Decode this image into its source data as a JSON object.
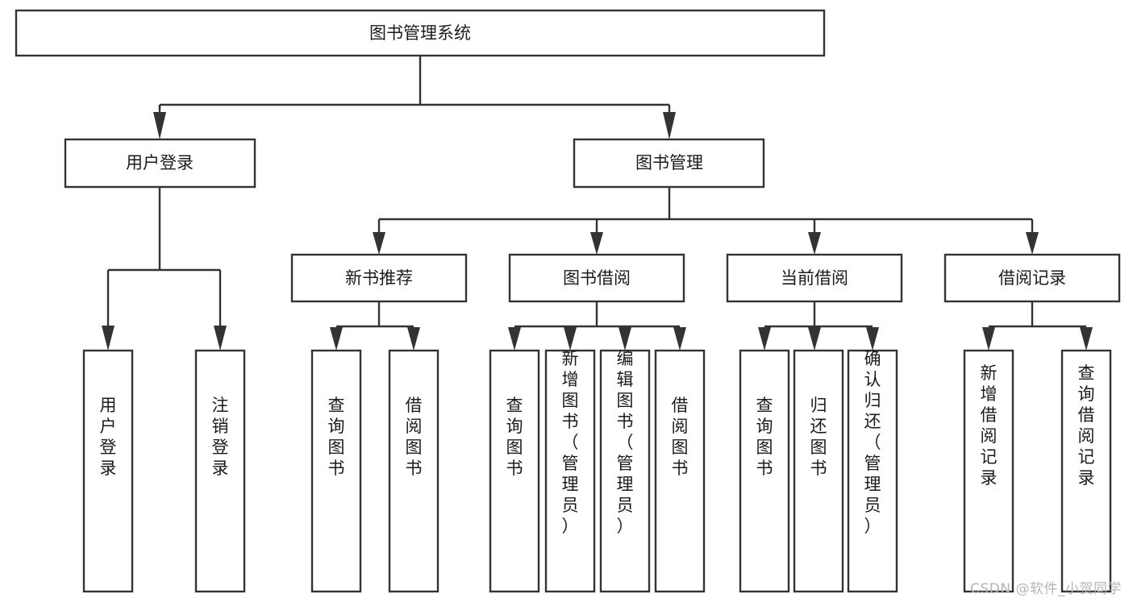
{
  "diagram": {
    "type": "tree-hierarchy-chart",
    "title": "图书管理系统",
    "background_color": "#ffffff",
    "line_color": "#333333",
    "box_fill": "#ffffff",
    "text_color": "#1b1b1b",
    "levels": 4,
    "root": {
      "id": "root",
      "label": "图书管理系统",
      "orientation": "horizontal"
    },
    "level2": [
      {
        "id": "user-login",
        "label": "用户登录",
        "orientation": "horizontal"
      },
      {
        "id": "book-manage",
        "label": "图书管理",
        "orientation": "horizontal"
      }
    ],
    "level3": [
      {
        "id": "new-book-recommend",
        "label": "新书推荐",
        "orientation": "horizontal",
        "parent": "book-manage"
      },
      {
        "id": "book-borrow",
        "label": "图书借阅",
        "orientation": "horizontal",
        "parent": "book-manage"
      },
      {
        "id": "current-borrow",
        "label": "当前借阅",
        "orientation": "horizontal",
        "parent": "book-manage"
      },
      {
        "id": "borrow-record",
        "label": "借阅记录",
        "orientation": "horizontal",
        "parent": "book-manage"
      }
    ],
    "leaves": [
      {
        "id": "leaf-user-login",
        "label": "用户登录",
        "orientation": "vertical",
        "parent": "user-login"
      },
      {
        "id": "leaf-user-logout",
        "label": "注销登录",
        "orientation": "vertical",
        "parent": "user-login"
      },
      {
        "id": "leaf-query-book-recommend",
        "label": "查询图书",
        "orientation": "vertical",
        "parent": "new-book-recommend"
      },
      {
        "id": "leaf-borrow-book-recommend",
        "label": "借阅图书",
        "orientation": "vertical",
        "parent": "new-book-recommend"
      },
      {
        "id": "leaf-query-book-borrow",
        "label": "查询图书",
        "orientation": "vertical",
        "parent": "book-borrow"
      },
      {
        "id": "leaf-add-book-admin",
        "label": "新增图书（管理员）",
        "orientation": "vertical",
        "parent": "book-borrow"
      },
      {
        "id": "leaf-edit-book-admin",
        "label": "编辑图书（管理员）",
        "orientation": "vertical",
        "parent": "book-borrow"
      },
      {
        "id": "leaf-borrow-book",
        "label": "借阅图书",
        "orientation": "vertical",
        "parent": "book-borrow"
      },
      {
        "id": "leaf-query-book-current",
        "label": "查询图书",
        "orientation": "vertical",
        "parent": "current-borrow"
      },
      {
        "id": "leaf-return-book",
        "label": "归还图书",
        "orientation": "vertical",
        "parent": "current-borrow"
      },
      {
        "id": "leaf-confirm-return-admin",
        "label": "确认归还（管理员）",
        "orientation": "vertical",
        "parent": "current-borrow"
      },
      {
        "id": "leaf-add-borrow-record",
        "label": "新增借阅记录",
        "orientation": "vertical",
        "parent": "borrow-record"
      },
      {
        "id": "leaf-query-borrow-record",
        "label": "查询借阅记录",
        "orientation": "vertical",
        "parent": "borrow-record"
      }
    ]
  },
  "watermark": {
    "text": "CSDN @软件_小贺同学",
    "color": "#b6b6b6"
  }
}
